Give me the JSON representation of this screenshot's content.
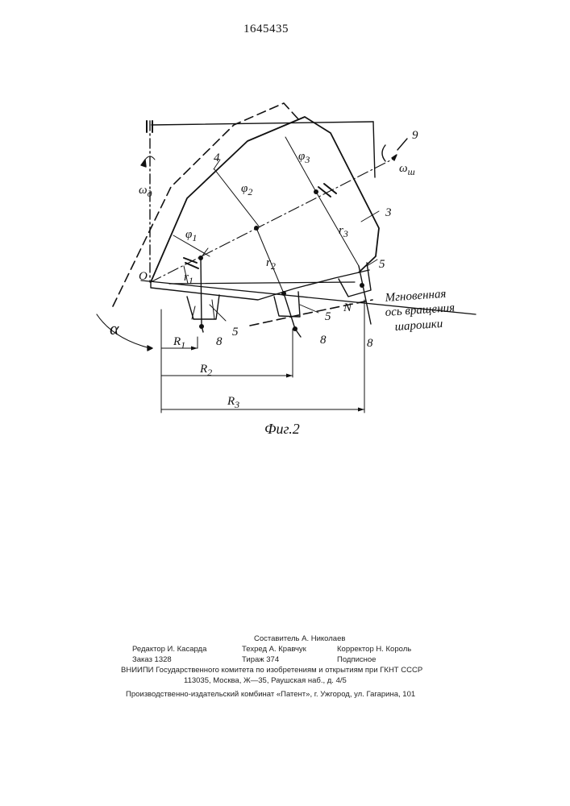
{
  "page_number": "1645435",
  "figure": {
    "caption": "Фиг.2",
    "labels": {
      "omega_d": "ω",
      "omega_d_sub": "д",
      "nine": "9",
      "omega_sh": "ω",
      "omega_sh_sub": "ш",
      "four": "4",
      "three": "3",
      "phi1": "φ",
      "phi1_sub": "1",
      "phi2": "φ",
      "phi2_sub": "2",
      "phi3": "φ",
      "phi3_sub": "3",
      "r1": "r",
      "r1_sub": "1",
      "r2": "r",
      "r2_sub": "2",
      "r3": "r",
      "r3_sub": "3",
      "o": "O",
      "n": "N",
      "five_right": "5",
      "five_mid": "5",
      "five_left": "5",
      "eight_left": "8",
      "eight_mid": "8",
      "eight_right": "8",
      "alpha": "α",
      "R1": "R",
      "R1_sub": "1",
      "R2": "R",
      "R2_sub": "2",
      "R3": "R",
      "R3_sub": "3",
      "axis_line1": "Мгновенная",
      "axis_line2": "ось вращения",
      "axis_line3": "шарошки"
    }
  },
  "imprint": {
    "compiler": "Составитель А. Николаев",
    "editor": "Редактор И. Касарда",
    "techred": "Техред А. Кравчук",
    "corrector": "Корректор Н. Король",
    "order": "Заказ 1328",
    "circulation": "Тираж 374",
    "subscription": "Подписное",
    "vniipi": "ВНИИПИ Государственного комитета по изобретениям и открытиям при ГКНТ СССР",
    "address": "113035, Москва, Ж—35, Раушская наб., д. 4/5",
    "plant": "Производственно-издательский комбинат «Патент», г. Ужгород, ул. Гагарина, 101"
  }
}
